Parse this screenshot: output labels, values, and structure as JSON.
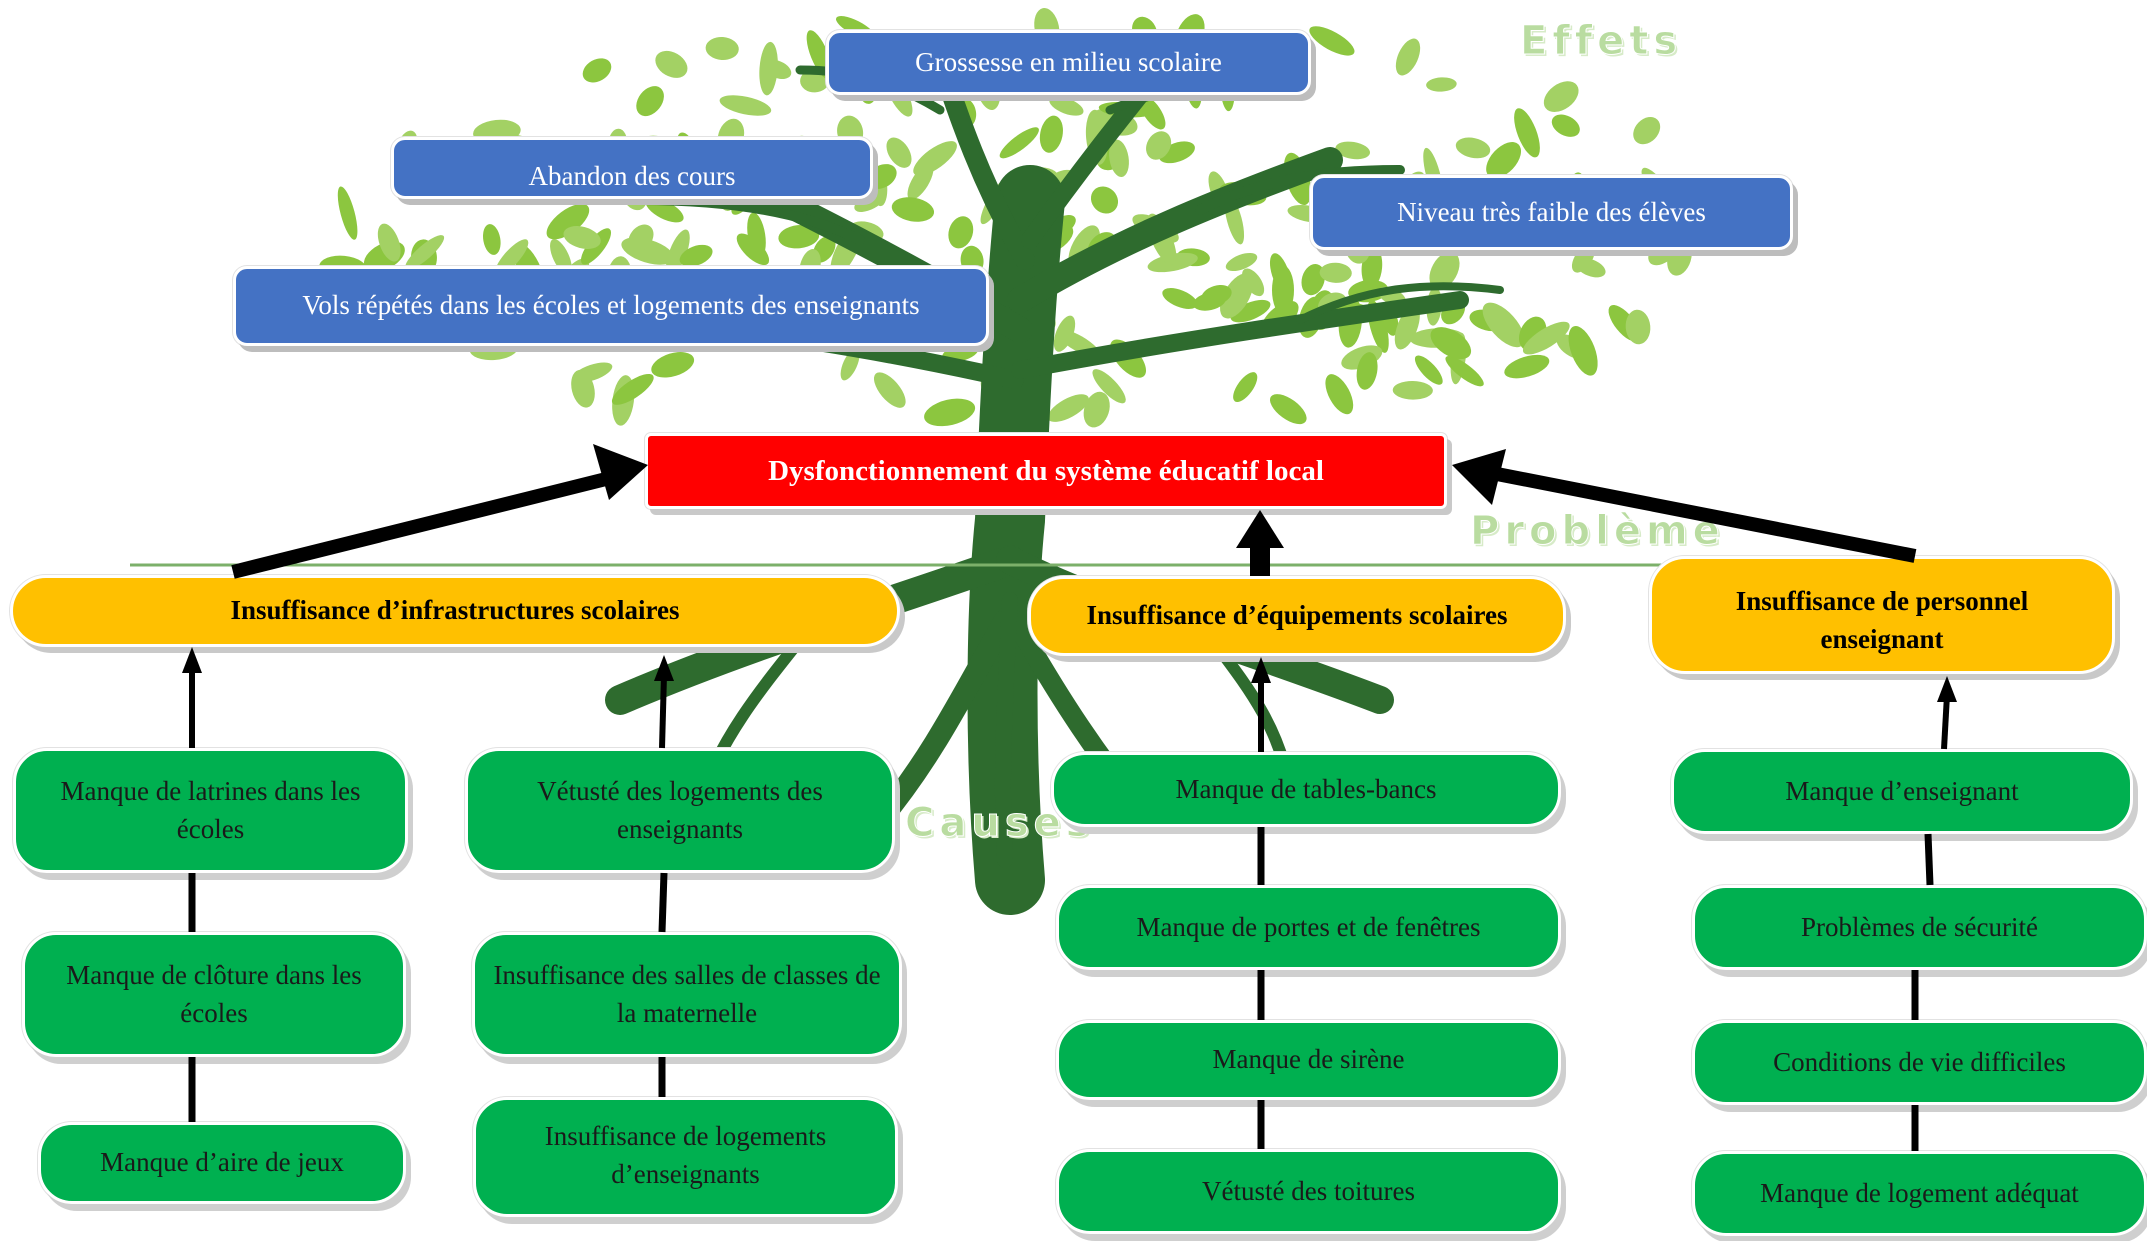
{
  "labels": {
    "effects": "Effets",
    "problem": "Problème",
    "causes": "Causes"
  },
  "problem": "Dysfonctionnement du système éducatif local",
  "effects": [
    "Grossesse en milieu scolaire",
    "Abandon des cours",
    "Niveau très faible des élèves",
    "Vols répétés dans les écoles et logements des enseignants"
  ],
  "cause_groups": [
    {
      "title": "Insuffisance d’infrastructures scolaires",
      "columns": [
        [
          "Manque de latrines dans les écoles",
          "Manque de clôture dans les écoles",
          "Manque d’aire de jeux"
        ],
        [
          "Vétusté des logements des enseignants",
          "Insuffisance des salles de classes de la maternelle",
          "Insuffisance de logements d’enseignants"
        ]
      ]
    },
    {
      "title": "Insuffisance d’équipements scolaires",
      "columns": [
        [
          "Manque de tables-bancs",
          "Manque de portes et de fenêtres",
          "Manque de sirène",
          "Vétusté des toitures"
        ]
      ]
    },
    {
      "title": "Insuffisance de personnel enseignant",
      "columns": [
        [
          "Manque d’enseignant",
          "Problèmes de sécurité",
          "Conditions de vie difficiles",
          "Manque de logement adéquat"
        ]
      ]
    }
  ],
  "colors": {
    "effect_box": "#4472c4",
    "problem_box": "#ff0000",
    "cause_group_box": "#ffc000",
    "cause_box": "#00b050",
    "tree_trunk": "#2e6b2e",
    "tree_leaf": "#8cc63f"
  }
}
